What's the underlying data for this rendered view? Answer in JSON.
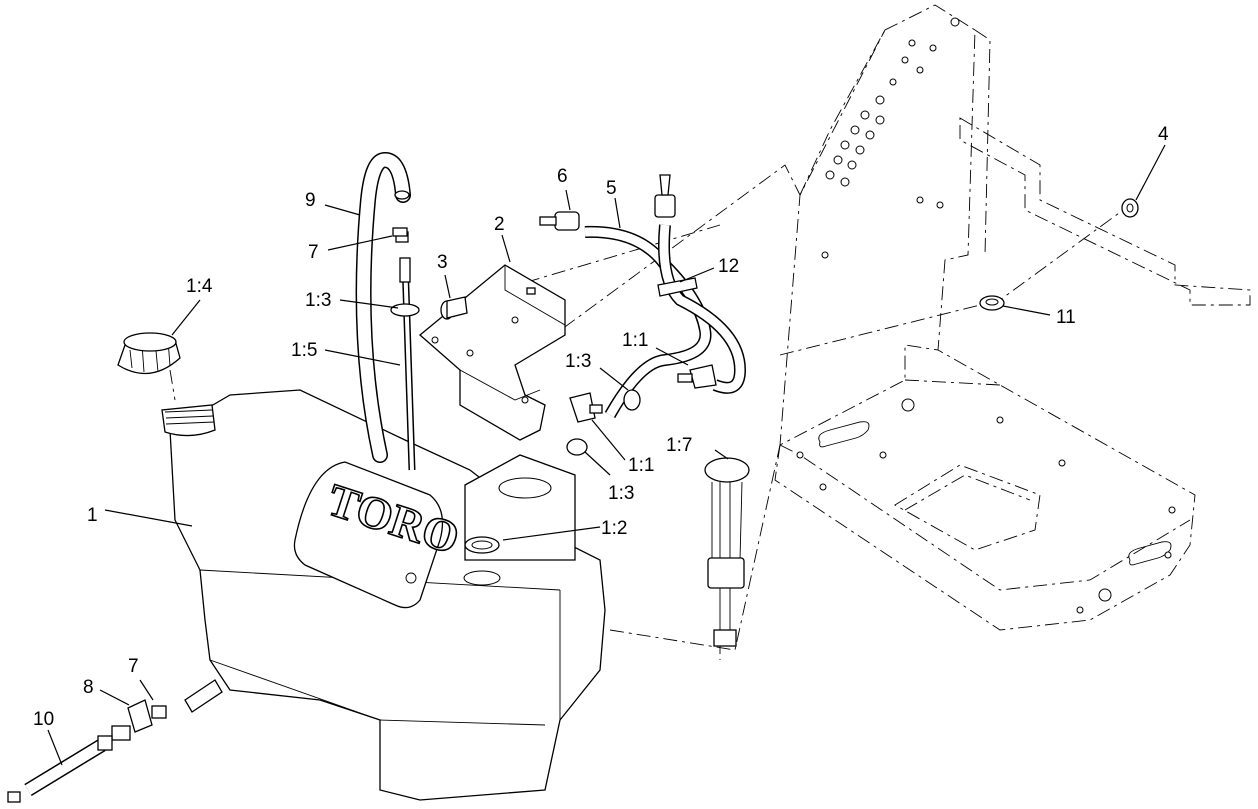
{
  "diagram": {
    "brand_logo": "TORO",
    "callouts": [
      {
        "id": "c-1",
        "text": "1"
      },
      {
        "id": "c-1-4",
        "text": "1:4"
      },
      {
        "id": "c-9",
        "text": "9"
      },
      {
        "id": "c-7a",
        "text": "7"
      },
      {
        "id": "c-1-3a",
        "text": "1:3"
      },
      {
        "id": "c-1-5",
        "text": "1:5"
      },
      {
        "id": "c-3",
        "text": "3"
      },
      {
        "id": "c-2",
        "text": "2"
      },
      {
        "id": "c-6",
        "text": "6"
      },
      {
        "id": "c-5",
        "text": "5"
      },
      {
        "id": "c-12",
        "text": "12"
      },
      {
        "id": "c-1-1a",
        "text": "1:1"
      },
      {
        "id": "c-1-3b",
        "text": "1:3"
      },
      {
        "id": "c-1-1b",
        "text": "1:1"
      },
      {
        "id": "c-1-3c",
        "text": "1:3"
      },
      {
        "id": "c-1-2",
        "text": "1:2"
      },
      {
        "id": "c-1-7",
        "text": "1:7"
      },
      {
        "id": "c-4",
        "text": "4"
      },
      {
        "id": "c-11",
        "text": "11"
      },
      {
        "id": "c-7b",
        "text": "7"
      },
      {
        "id": "c-8",
        "text": "8"
      },
      {
        "id": "c-10",
        "text": "10"
      }
    ]
  }
}
